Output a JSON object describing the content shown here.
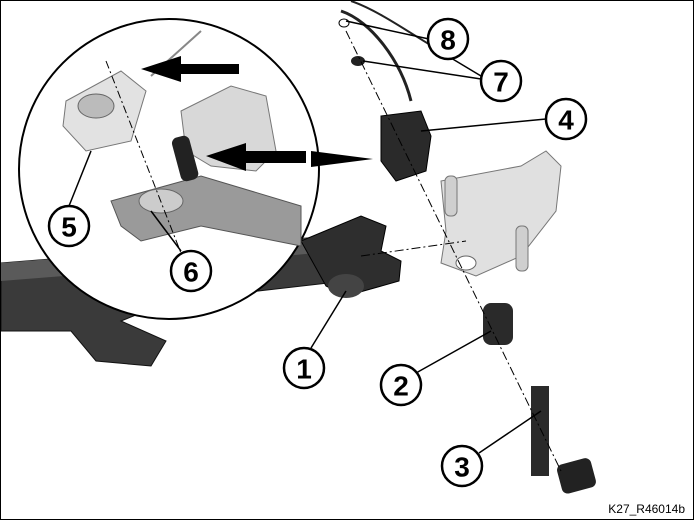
{
  "figure_id": "K27_R46014b",
  "callouts": [
    "1",
    "2",
    "3",
    "4",
    "5",
    "6",
    "7",
    "8"
  ]
}
